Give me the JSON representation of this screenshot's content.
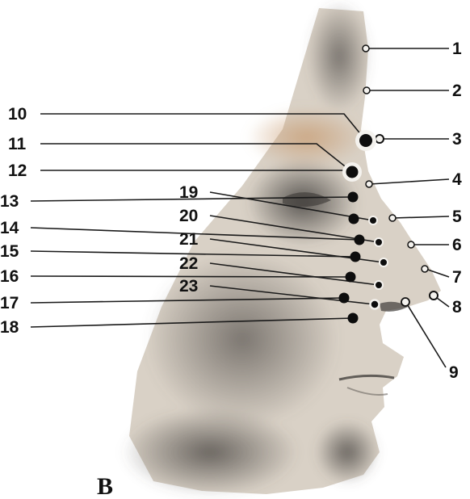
{
  "figure": {
    "panel_label": "B",
    "colors": {
      "leader_line": "#1a1a1a",
      "dark_point": "#0d0d0d",
      "light_point": "#f4f2ee",
      "skin_light": "#d9d1c6",
      "skin_dark": "#5e5a55",
      "accent_warm": "#c79a6f"
    },
    "labels": [
      {
        "id": "1",
        "text": "1"
      },
      {
        "id": "2",
        "text": "2"
      },
      {
        "id": "3",
        "text": "3"
      },
      {
        "id": "4",
        "text": "4"
      },
      {
        "id": "5",
        "text": "5"
      },
      {
        "id": "6",
        "text": "6"
      },
      {
        "id": "7",
        "text": "7"
      },
      {
        "id": "8",
        "text": "8"
      },
      {
        "id": "9",
        "text": "9"
      },
      {
        "id": "10",
        "text": "10"
      },
      {
        "id": "11",
        "text": "11"
      },
      {
        "id": "12",
        "text": "12"
      },
      {
        "id": "13",
        "text": "13"
      },
      {
        "id": "14",
        "text": "14"
      },
      {
        "id": "15",
        "text": "15"
      },
      {
        "id": "16",
        "text": "16"
      },
      {
        "id": "17",
        "text": "17"
      },
      {
        "id": "18",
        "text": "18"
      },
      {
        "id": "19",
        "text": "19"
      },
      {
        "id": "20",
        "text": "20"
      },
      {
        "id": "21",
        "text": "21"
      },
      {
        "id": "22",
        "text": "22"
      },
      {
        "id": "23",
        "text": "23"
      }
    ]
  }
}
